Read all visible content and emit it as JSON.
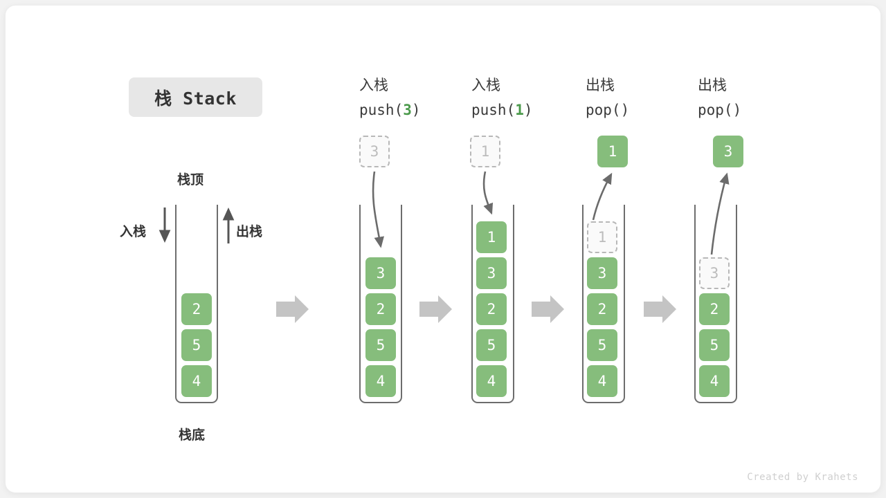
{
  "title": {
    "text": "栈 Stack"
  },
  "labels": {
    "top": "栈顶",
    "bottom": "栈底",
    "push_side": "入栈",
    "pop_side": "出栈"
  },
  "colors": {
    "cell_green": "#86bd7c",
    "accent_green": "#4c9a4c",
    "ghost_border": "#b8b8b8",
    "ghost_text": "#bcbcbc",
    "container_stroke": "#6d6d6d",
    "flow_arrow": "#c4c4c4",
    "chip_bg": "#e7e7e7",
    "text": "#333333"
  },
  "columns": [
    {
      "id": "initial",
      "header_cn": "",
      "header_code": "",
      "cells": [
        {
          "value": "2",
          "state": "solid"
        },
        {
          "value": "5",
          "state": "solid"
        },
        {
          "value": "4",
          "state": "solid"
        }
      ],
      "floating": null
    },
    {
      "id": "push-3",
      "header_cn": "入栈",
      "header_code_prefix": "push(",
      "header_code_arg": "3",
      "header_code_suffix": ")",
      "cells": [
        {
          "value": "3",
          "state": "solid"
        },
        {
          "value": "2",
          "state": "solid"
        },
        {
          "value": "5",
          "state": "solid"
        },
        {
          "value": "4",
          "state": "solid"
        }
      ],
      "floating": {
        "value": "3",
        "state": "ghost",
        "direction": "in"
      }
    },
    {
      "id": "push-1",
      "header_cn": "入栈",
      "header_code_prefix": "push(",
      "header_code_arg": "1",
      "header_code_suffix": ")",
      "cells": [
        {
          "value": "1",
          "state": "solid"
        },
        {
          "value": "3",
          "state": "solid"
        },
        {
          "value": "2",
          "state": "solid"
        },
        {
          "value": "5",
          "state": "solid"
        },
        {
          "value": "4",
          "state": "solid"
        }
      ],
      "floating": {
        "value": "1",
        "state": "ghost",
        "direction": "in"
      }
    },
    {
      "id": "pop-1",
      "header_cn": "出栈",
      "header_code_prefix": "pop(",
      "header_code_arg": "",
      "header_code_suffix": ")",
      "cells": [
        {
          "value": "1",
          "state": "ghost"
        },
        {
          "value": "3",
          "state": "solid"
        },
        {
          "value": "2",
          "state": "solid"
        },
        {
          "value": "5",
          "state": "solid"
        },
        {
          "value": "4",
          "state": "solid"
        }
      ],
      "floating": {
        "value": "1",
        "state": "solid",
        "direction": "out"
      }
    },
    {
      "id": "pop-3",
      "header_cn": "出栈",
      "header_code_prefix": "pop(",
      "header_code_arg": "",
      "header_code_suffix": ")",
      "cells": [
        {
          "value": "",
          "state": "empty"
        },
        {
          "value": "3",
          "state": "ghost"
        },
        {
          "value": "2",
          "state": "solid"
        },
        {
          "value": "5",
          "state": "solid"
        },
        {
          "value": "4",
          "state": "solid"
        }
      ],
      "floating": {
        "value": "3",
        "state": "solid",
        "direction": "out"
      }
    }
  ],
  "credit": "Created by Krahets"
}
